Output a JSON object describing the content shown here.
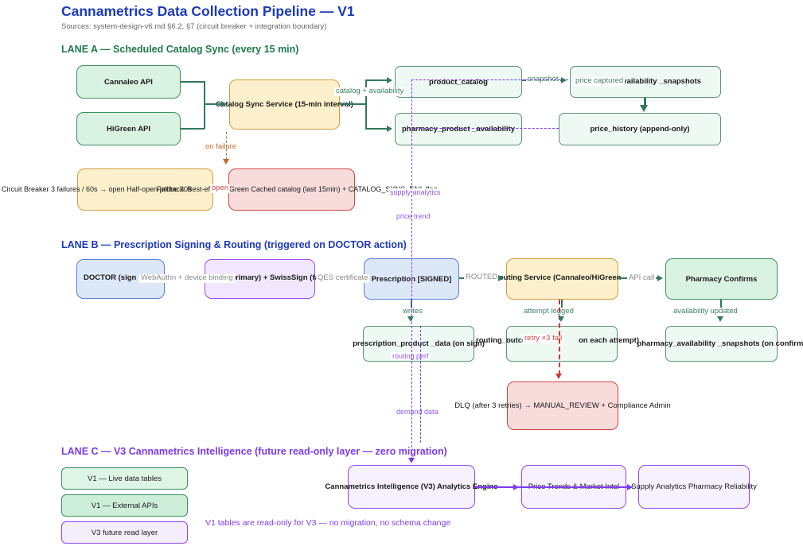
{
  "meta": {
    "title": "Cannametrics Data Collection Pipeline — V1",
    "subtitle": "Sources: system-design-v6.md §6.2, §7 (circuit breaker + integration boundary)"
  },
  "colors": {
    "title_blue": "#1c39bb",
    "lane_a_green": "#1f7a4d",
    "lane_c_purple": "#7c3aed",
    "teal_edge": "#33785c",
    "purple_edge": "#7c3aed",
    "orange_edge": "#c06a2e",
    "red_edge": "#cc3b2f",
    "green_node_fill": "#d9f2e1",
    "table_node_fill": "#eef9f3",
    "yellow_node_fill": "#fbf0cb",
    "red_node_fill": "#f8dcdc",
    "blue_node_fill": "#dce7f8",
    "purple_node_fill": "#f1e7fc"
  },
  "lane_a": {
    "heading": "LANE A — Scheduled Catalog Sync (every 15 min)",
    "cannaleo_api": "Cannaleo API",
    "higreen_api": "HiGreen API",
    "catalog_sync": "Catalog Sync Service (15-min interval)",
    "product_catalog": "product_catalog",
    "pharmacy_product_availability": "pharmacy_product _availability",
    "price_captured": "price captured",
    "availability_snapshots": "availability _snapshots",
    "price_history": "price_history (append-only)",
    "circuit_breaker": "Circuit Breaker 3 failures / 60s → open Half-open probe 30s",
    "fallback": "Fallback: Best-effort HiGreen Cached catalog (last 15min) + CATALOG_SYNC_FAIL flag",
    "labels": {
      "catalog_availability": "catalog + availability",
      "on_failure": "on failure",
      "open": "open",
      "snapshot": "snapshot"
    }
  },
  "lane_b": {
    "heading": "LANE B — Prescription Signing & Routing (triggered on DOCTOR action)",
    "doctor": "DOCTOR (sign",
    "futurae": "(primary) + SwissSign (fa",
    "prescription_signed": "Prescription [SIGNED]",
    "routing_service": "Routing Service (Cannaleo/HiGreen",
    "pharmacy_confirms": "Pharmacy Confirms",
    "prescription_product_data": "prescription_product _data (on sign)",
    "routing_outcomes_left": "routing_outcom",
    "routing_outcomes_right": "on each attempt)",
    "pharmacy_availability_snapshots": "pharmacy_availability _snapshots (on confirm)",
    "dlq": "DLQ (after 3 retries) → MANUAL_REVIEW + Compliance Admin",
    "labels": {
      "webauthn": "WebAuthn + device binding",
      "qes": "QES certificate",
      "routed": "ROUTED",
      "api_call": "API call",
      "writes": "writes",
      "attempt_logged": "attempt logged",
      "availability_updated": "availability updated",
      "retry_fail": "retry ×3 fail"
    }
  },
  "v3_reads": {
    "supply_analytics": "supply analytics",
    "price_trend": "price trend",
    "routing_perf": "routing perf",
    "demand_data": "demand data"
  },
  "lane_c": {
    "heading": "LANE C — V3 Cannametrics Intelligence (future read-only layer — zero migration)",
    "legend_live": "V1 — Live data tables",
    "legend_apis": "V1 — External APIs",
    "legend_v3": "V3 future read layer",
    "engine": "Cannametrics Intelligence (V3) Analytics Engine",
    "price_trends": "Price Trends & Market Intel",
    "supply_analytics": "Supply Analytics Pharmacy Reliability",
    "note": "V1 tables are read-only for V3 — no migration, no schema change"
  }
}
